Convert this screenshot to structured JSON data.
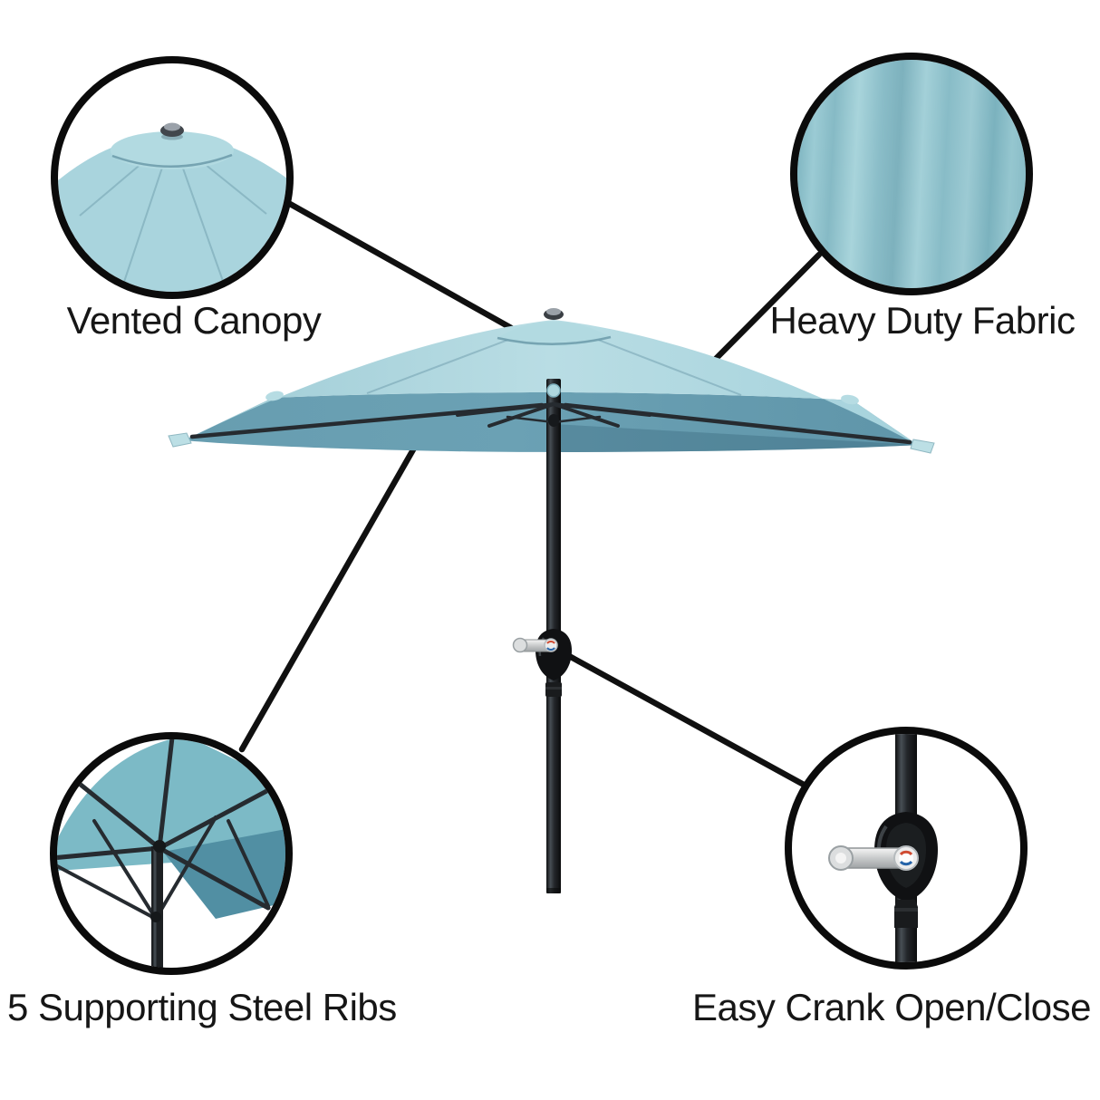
{
  "callouts": {
    "vented_canopy": {
      "label": "Vented Canopy"
    },
    "heavy_duty_fabric": {
      "label": "Heavy Duty Fabric"
    },
    "steel_ribs": {
      "label": "5 Supporting Steel Ribs"
    },
    "easy_crank": {
      "label": "Easy Crank Open/Close"
    }
  },
  "colors": {
    "label-text": "#161616",
    "ring": "#0b0b0b",
    "leader-line": "#101010",
    "canopy-top": "#a9d4dd",
    "canopy-top-light": "#b9dde4",
    "canopy-vent": "#b2dae1",
    "canopy-under": "#6ba1b4",
    "canopy-under-shadow": "#518fa3",
    "fabric-base": "#8fc3cd",
    "fabric-dark": "#7bb2be",
    "fabric-light": "#a8d4db",
    "rib": "#262b30",
    "pole-dark": "#131517",
    "pole-light": "#474e54",
    "crank-body": "#101113",
    "metal-light": "#f5f5f5",
    "metal-dark": "#9fa3a5"
  }
}
